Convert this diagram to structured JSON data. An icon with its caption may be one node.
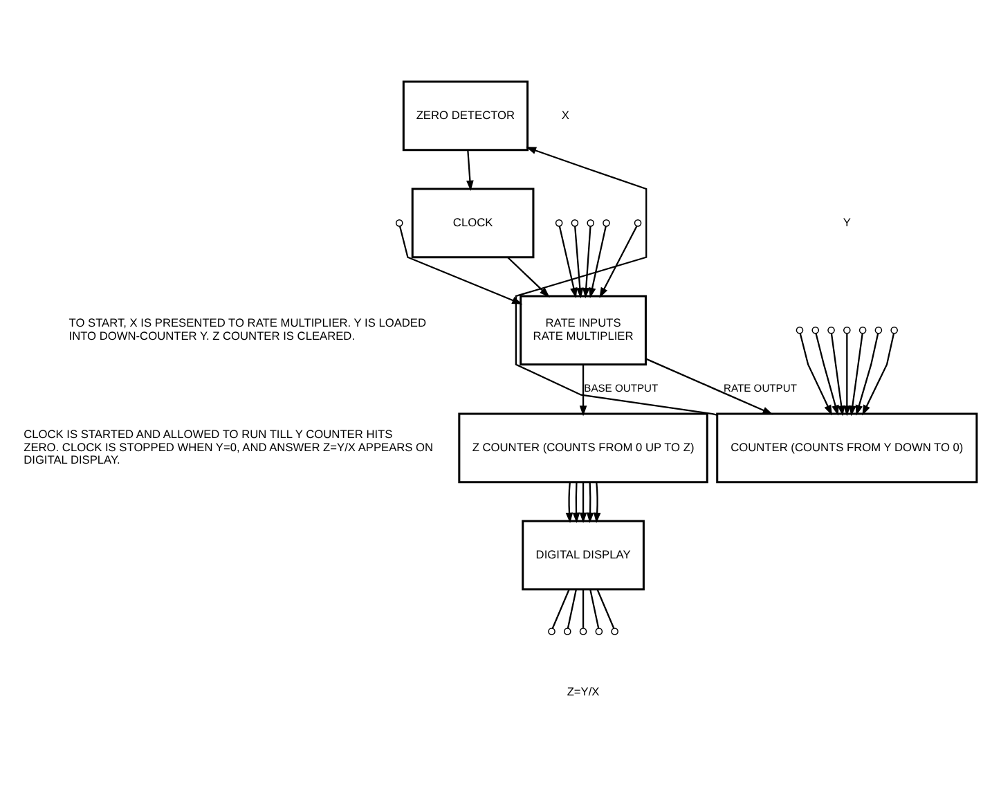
{
  "diagram": {
    "nodes": [
      {
        "text": [
          "ZERO DETECTOR"
        ]
      },
      {
        "text": [
          "CLOCK"
        ]
      },
      {
        "text": [
          "RATE INPUTS",
          "RATE MULTIPLIER"
        ]
      },
      {
        "text": [
          "COUNTER (COUNTS FROM Y DOWN TO 0)"
        ]
      },
      {
        "text": [
          "Z COUNTER (COUNTS FROM 0 UP TO Z)"
        ]
      },
      {
        "text": [
          "DIGITAL DISPLAY"
        ]
      },
      {
        "text": [],
        "shape": "circle"
      },
      {
        "text": [],
        "shape": "circle"
      },
      {
        "text": [],
        "shape": "circle"
      },
      {
        "text": [],
        "shape": "circle"
      },
      {
        "text": [],
        "shape": "circle"
      },
      {
        "text": [],
        "shape": "circle"
      },
      {
        "text": [],
        "shape": "circle"
      },
      {
        "text": [],
        "shape": "circle"
      },
      {
        "text": [],
        "shape": "circle"
      },
      {
        "text": [],
        "shape": "circle"
      },
      {
        "text": [],
        "shape": "circle"
      },
      {
        "text": [],
        "shape": "circle"
      },
      {
        "text": [],
        "shape": "circle"
      },
      {
        "text": [],
        "shape": "circle"
      },
      {
        "text": [],
        "shape": "circle"
      },
      {
        "text": [],
        "shape": "circle"
      },
      {
        "text": [],
        "shape": "circle"
      },
      {
        "text": [],
        "shape": "circle"
      }
    ],
    "edges": [
      {
        "from": 3,
        "to": 0,
        "arrow": "to"
      },
      {
        "from": 0,
        "to": 1,
        "arrow": "to"
      },
      {
        "from": 1,
        "to": 2,
        "arrow": "to"
      },
      {
        "from": 2,
        "to": 4,
        "arrow": "to",
        "label": "BASE OUTPUT"
      },
      {
        "from": 2,
        "to": 3,
        "arrow": "to",
        "label": "RATE OUTPUT"
      },
      {
        "from": 6,
        "to": 2,
        "arrow": "to"
      },
      {
        "from": 7,
        "to": 2,
        "arrow": "to"
      },
      {
        "from": 8,
        "to": 2,
        "arrow": "to"
      },
      {
        "from": 9,
        "to": 2,
        "arrow": "to"
      },
      {
        "from": 10,
        "to": 2,
        "arrow": "to"
      },
      {
        "from": 11,
        "to": 2,
        "arrow": "to"
      },
      {
        "from": 12,
        "to": 3,
        "arrow": "to"
      },
      {
        "from": 13,
        "to": 3,
        "arrow": "to"
      },
      {
        "from": 14,
        "to": 3,
        "arrow": "to"
      },
      {
        "from": 15,
        "to": 3,
        "arrow": "to"
      },
      {
        "from": 16,
        "to": 3,
        "arrow": "to"
      },
      {
        "from": 17,
        "to": 3,
        "arrow": "to"
      },
      {
        "from": 18,
        "to": 3,
        "arrow": "to"
      },
      {
        "from": 4,
        "to": 5,
        "arrow": "to"
      },
      {
        "from": 4,
        "to": 5,
        "arrow": "to"
      },
      {
        "from": 4,
        "to": 5,
        "arrow": "to"
      },
      {
        "from": 4,
        "to": 5,
        "arrow": "to"
      },
      {
        "from": 4,
        "to": 5,
        "arrow": "to"
      },
      {
        "from": 5,
        "to": 19,
        "arrow": "none"
      },
      {
        "from": 5,
        "to": 20,
        "arrow": "none"
      },
      {
        "from": 5,
        "to": 21,
        "arrow": "none"
      },
      {
        "from": 5,
        "to": 22,
        "arrow": "none"
      },
      {
        "from": 5,
        "to": 23,
        "arrow": "none"
      }
    ],
    "labels": [
      "X",
      "Y",
      "TO START, X IS PRESENTED TO RATE MULTIPLIER. Y IS LOADED INTO DOWN-COUNTER Y. Z COUNTER IS CLEARED.",
      "CLOCK IS STARTED AND ALLOWED TO RUN TILL Y COUNTER HITS ZERO. CLOCK IS STOPPED WHEN Y=0, AND ANSWER Z=Y/X APPEARS ON DIGITAL DISPLAY.",
      "Z=Y/X"
    ]
  }
}
